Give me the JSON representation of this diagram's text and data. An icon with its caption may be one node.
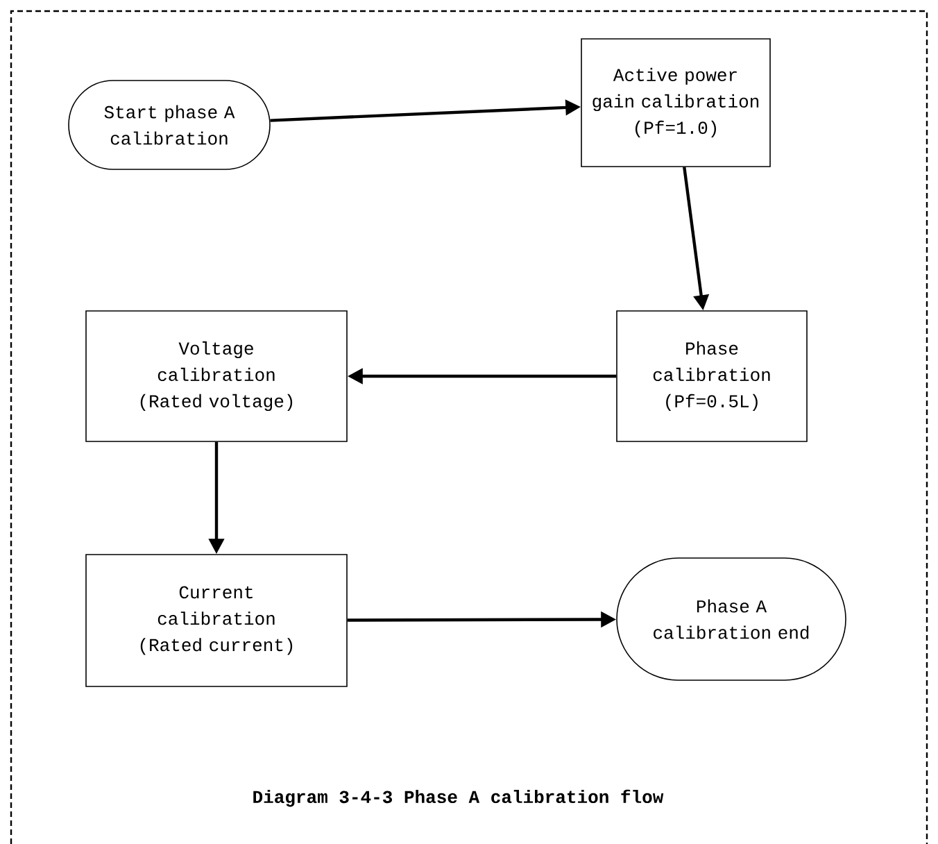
{
  "diagram": {
    "caption": "Diagram 3-4-3 Phase A calibration flow",
    "nodes": [
      {
        "text": [
          "Start phase A calibration"
        ]
      },
      {
        "text": [
          "Active power gain calibration (Pf=1.0)"
        ]
      },
      {
        "text": [
          "Phase calibration (Pf=0.5L)"
        ]
      },
      {
        "text": [
          "Voltage calibration (Rated voltage)"
        ]
      },
      {
        "text": [
          "Current calibration (Rated current)"
        ]
      },
      {
        "text": [
          "Phase A calibration end"
        ]
      }
    ],
    "edges": [
      {
        "from": 0,
        "to": 1,
        "arrow": "to"
      },
      {
        "from": 1,
        "to": 2,
        "arrow": "to"
      },
      {
        "from": 2,
        "to": 3,
        "arrow": "to"
      },
      {
        "from": 3,
        "to": 4,
        "arrow": "to"
      },
      {
        "from": 4,
        "to": 5,
        "arrow": "to"
      }
    ]
  }
}
